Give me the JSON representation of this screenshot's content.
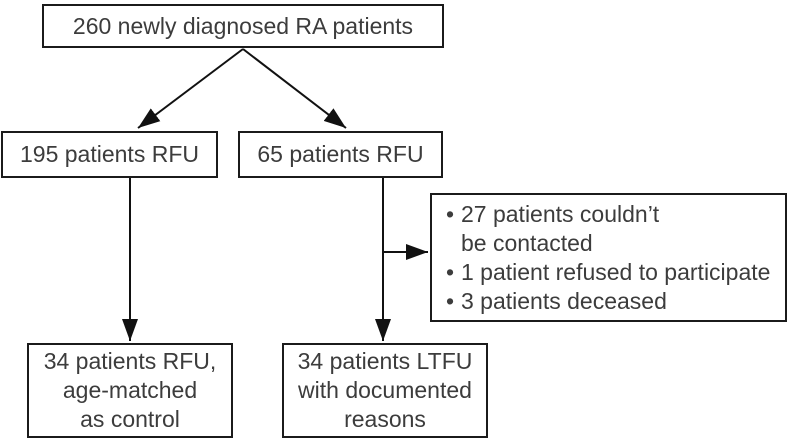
{
  "diagram": {
    "top_box": {
      "label": "260 newly diagnosed RA patients"
    },
    "left_branch_box": {
      "label": "195 patients RFU"
    },
    "right_branch_box": {
      "label": "65 patients RFU"
    },
    "exclusion_box": {
      "bullet_glyph": "•",
      "bullets": [
        {
          "text": "27 patients couldn’t\nbe contacted"
        },
        {
          "text": "1 patient refused to participate"
        },
        {
          "text": "3 patients deceased"
        }
      ]
    },
    "left_outcome_box": {
      "label": "34 patients RFU,\nage-matched\nas control"
    },
    "right_outcome_box": {
      "label": "34 patients LTFU\nwith documented\nreasons"
    }
  },
  "colors": {
    "bg": "#ffffff",
    "border": "#1b1b1b",
    "text": "#3c3c3c",
    "line": "#111111"
  }
}
